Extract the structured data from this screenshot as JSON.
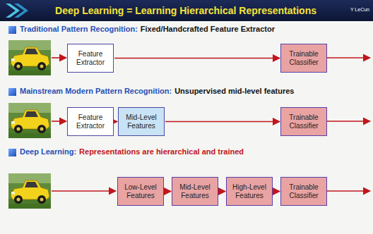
{
  "diagram": {
    "title": "Deep Learning = Learning Hierarchical Representations",
    "nodes": [
      {
        "text": [
          "Feature Extractor"
        ]
      },
      {
        "text": [
          "Trainable Classifier"
        ]
      },
      {
        "text": [
          "Feature Extractor"
        ]
      },
      {
        "text": [
          "Mid-Level Features"
        ]
      },
      {
        "text": [
          "Trainable Classifier"
        ]
      },
      {
        "text": [
          "Low-Level Features"
        ]
      },
      {
        "text": [
          "Mid-Level Features"
        ]
      },
      {
        "text": [
          "High-Level Features"
        ]
      },
      {
        "text": [
          "Trainable Classifier"
        ]
      }
    ],
    "edges": [
      {
        "from": 0,
        "to": 1,
        "arrow": "to"
      },
      {
        "from": 2,
        "to": 3,
        "arrow": "to"
      },
      {
        "from": 3,
        "to": 4,
        "arrow": "to"
      },
      {
        "from": 5,
        "to": 6,
        "arrow": "to"
      },
      {
        "from": 6,
        "to": 7,
        "arrow": "to"
      },
      {
        "from": 7,
        "to": 8,
        "arrow": "to"
      }
    ],
    "labels": [
      "Y LeCun",
      "Traditional Pattern Recognition:",
      "Fixed/Handcrafted Feature Extractor",
      "Mainstream Modern Pattern Recognition:",
      "Unsupervised mid-level features",
      "Deep Learning:",
      "Representations are hierarchical and trained"
    ]
  }
}
